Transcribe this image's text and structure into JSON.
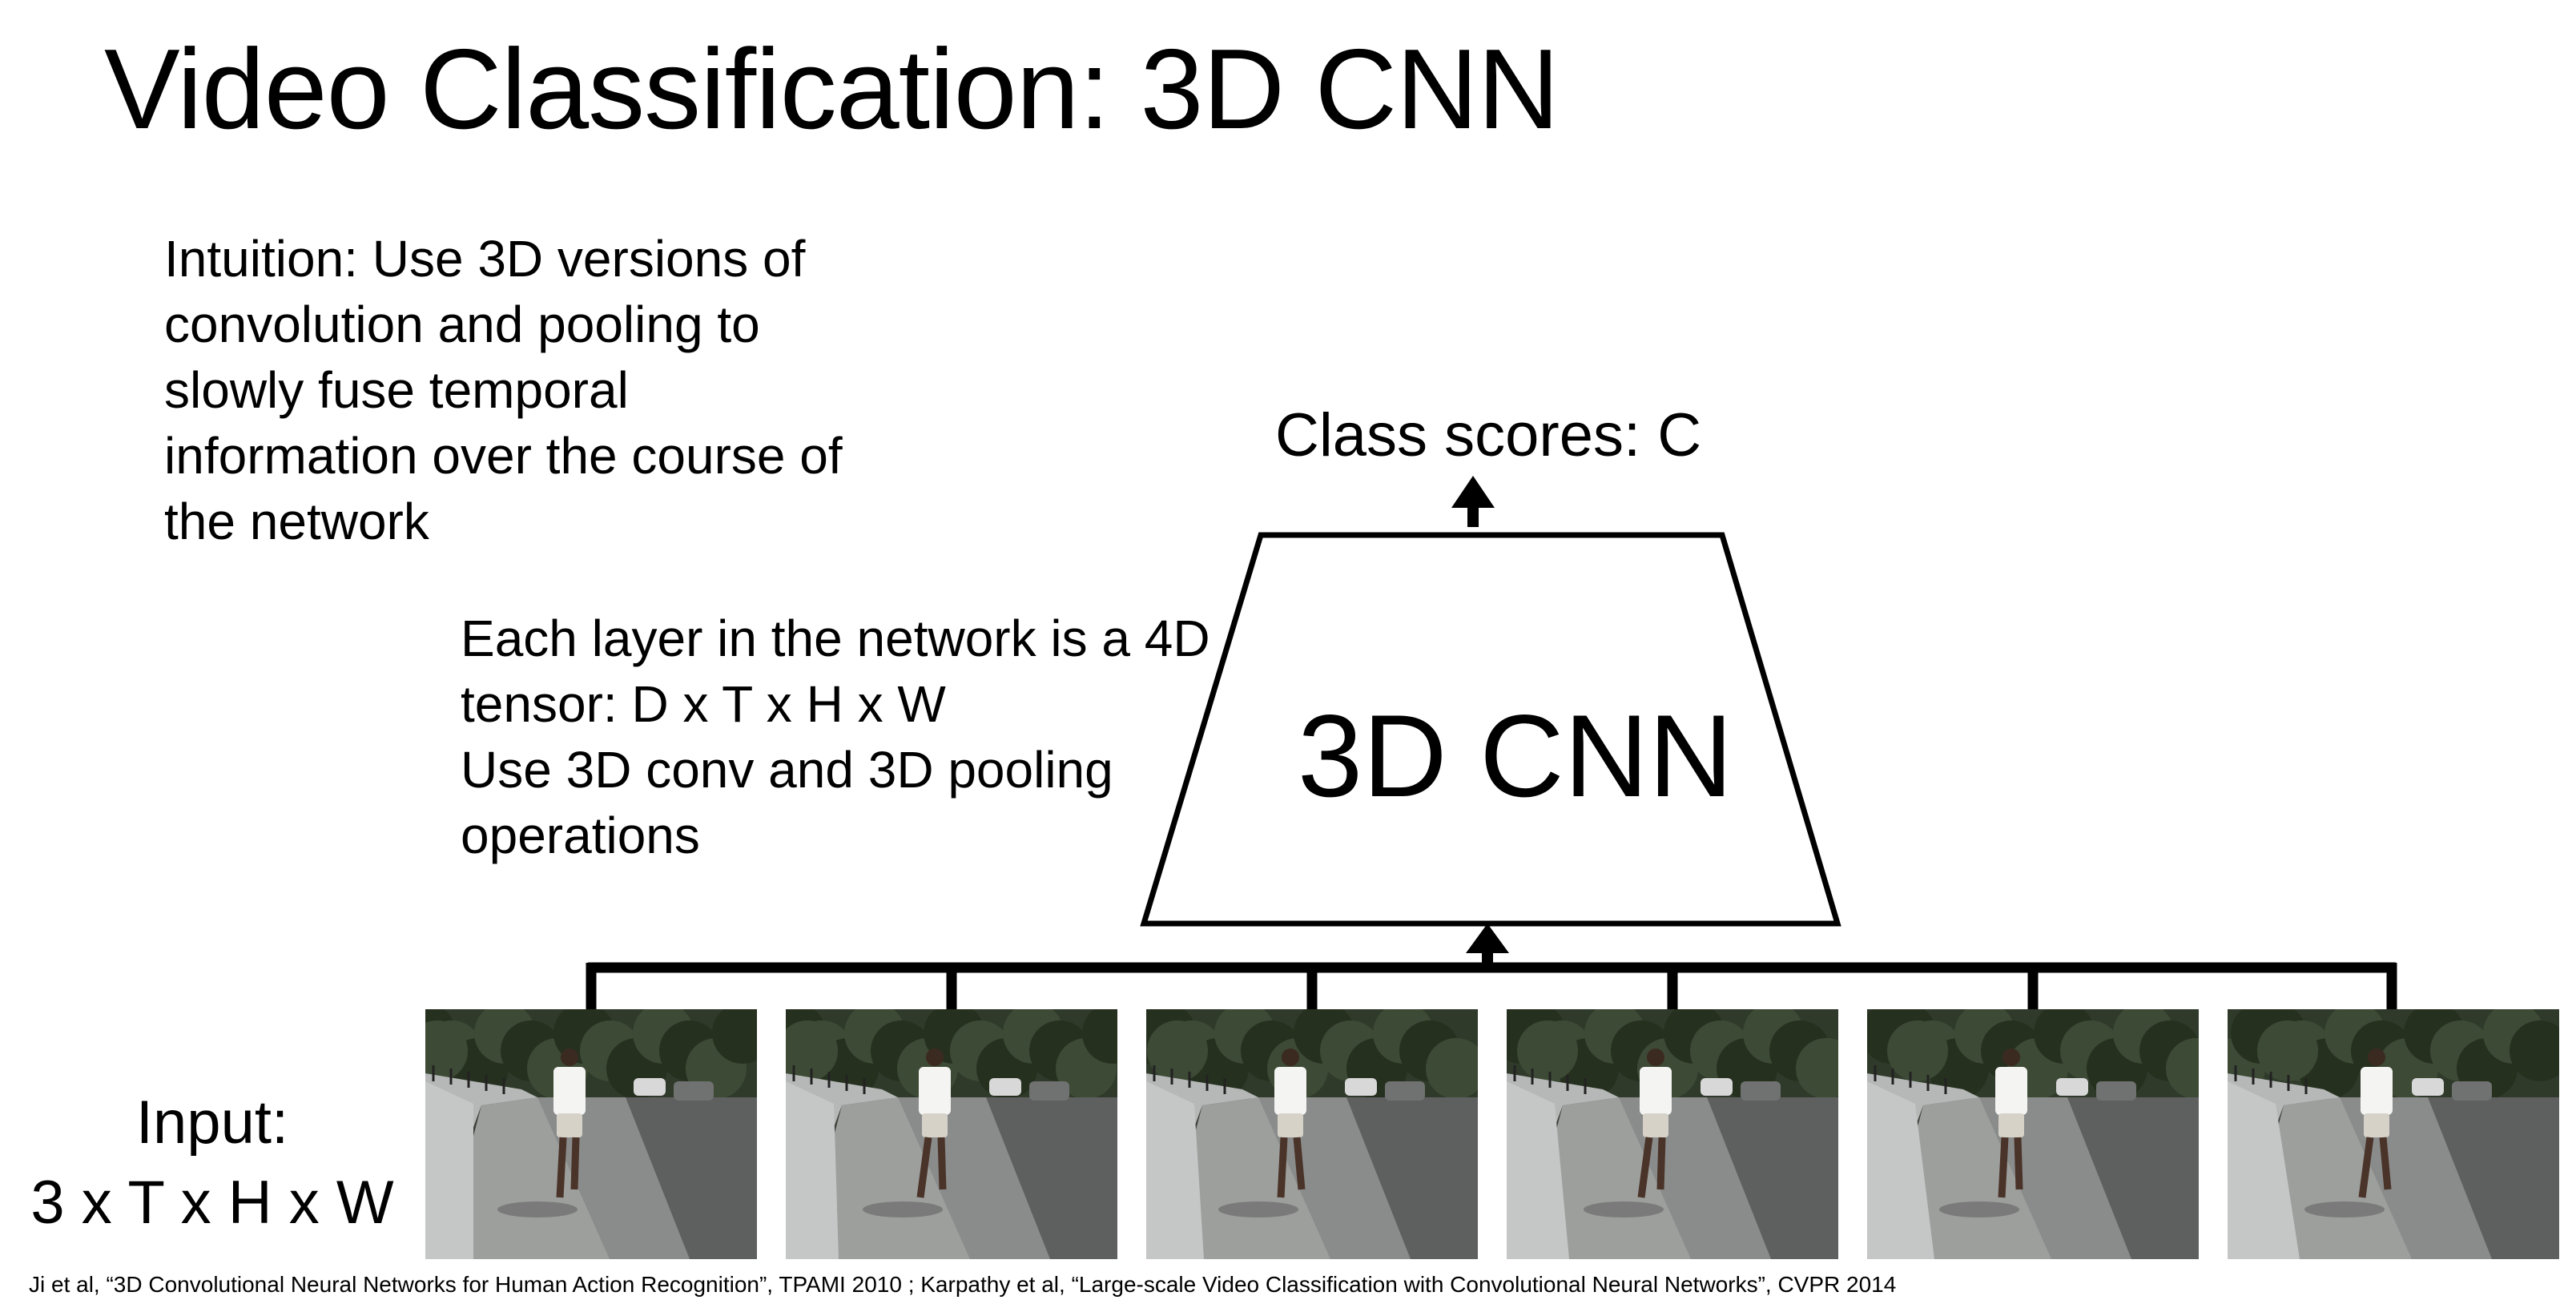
{
  "title": "Video Classification: 3D CNN",
  "intuition": {
    "lines": [
      "Intuition: Use 3D versions of",
      "convolution and pooling to",
      "slowly fuse temporal",
      "information over the course of",
      "the network"
    ]
  },
  "layer_description": {
    "lines": [
      "Each layer in the network is a 4D",
      "tensor: D x T x H x W",
      "Use 3D conv and 3D pooling",
      "operations"
    ]
  },
  "output_label": "Class scores: C",
  "network_label": "3D CNN",
  "input_label": {
    "line1": "Input:",
    "line2": "3 x T x H x W"
  },
  "frames": [
    {
      "name": "frame-1"
    },
    {
      "name": "frame-2"
    },
    {
      "name": "frame-3"
    },
    {
      "name": "frame-4"
    },
    {
      "name": "frame-5"
    },
    {
      "name": "frame-6"
    }
  ],
  "citation": "Ji et al, “3D Convolutional Neural Networks for Human Action Recognition”, TPAMI 2010 ; Karpathy et al, “Large-scale Video Classification with Convolutional Neural Networks”, CVPR 2014",
  "colors": {
    "line": "#000000",
    "background": "#ffffff"
  }
}
